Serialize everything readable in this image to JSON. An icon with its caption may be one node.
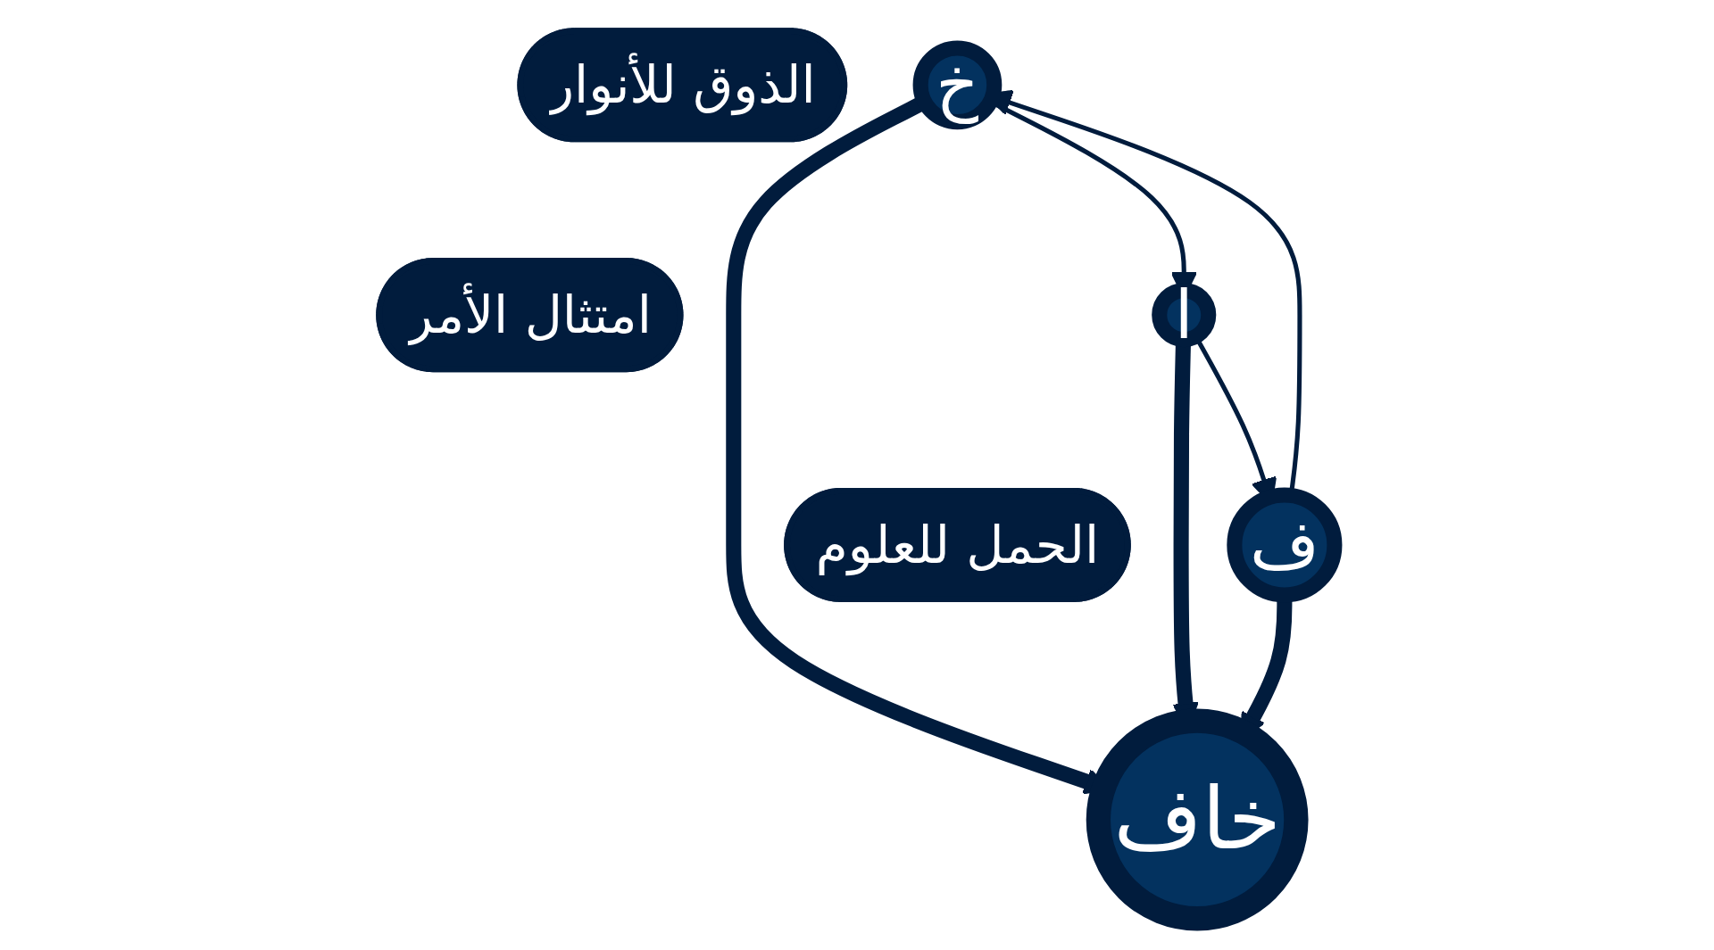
{
  "diagram": {
    "nodes": [
      {
        "text": [
          "الذوق للأنوار"
        ]
      },
      {
        "text": [
          "خ"
        ]
      },
      {
        "text": [
          "خاف"
        ]
      },
      {
        "text": [
          "امتثال الأمر"
        ]
      },
      {
        "text": [
          "ا"
        ]
      },
      {
        "text": [
          "ف"
        ]
      },
      {
        "text": [
          "الحمل للعلوم"
        ]
      }
    ],
    "edges": [
      {
        "from": 1,
        "to": 4,
        "arrow": "to"
      },
      {
        "from": 4,
        "to": 5,
        "arrow": "to"
      },
      {
        "from": 5,
        "to": 1,
        "arrow": "to"
      },
      {
        "from": 1,
        "to": 2,
        "arrow": "to",
        "style": "thick"
      },
      {
        "from": 4,
        "to": 2,
        "arrow": "to",
        "style": "thick"
      },
      {
        "from": 5,
        "to": 2,
        "arrow": "to",
        "style": "thick"
      }
    ]
  }
}
